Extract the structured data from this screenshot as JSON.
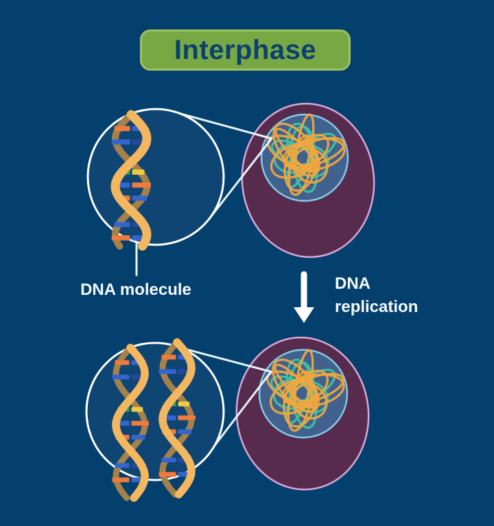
{
  "title": {
    "label": "Interphase"
  },
  "annotations": {
    "dna_molecule": "DNA molecule",
    "replication_line1": "DNA",
    "replication_line2": "replication"
  },
  "colors": {
    "background": "#04406e",
    "banner_fill": "#78a843",
    "banner_edge": "#9cc261",
    "banner_text": "#0a416f",
    "label_text": "#f4f8fc",
    "cell_fill": "#572b4d",
    "cell_outline": "#daa8d6",
    "nucleus_fill": "#41618f",
    "nucleus_outline": "#83cce4",
    "chromatin_orange": "#f0a73e",
    "chromatin_teal": "#3fc2a3",
    "zoom_circle_fill": "#0f4573",
    "zoom_circle_outline": "#ffffff",
    "zoom_line": "#e9f3fa",
    "arrow": "#ffffff",
    "helix_front": "#f3b75f",
    "helix_back": "#a5814a",
    "base_blue": "#3465cf",
    "base_darkblue": "#27479c",
    "base_orange": "#ef7a3b",
    "base_green": "#3f9e3c",
    "base_yellow": "#eecb45",
    "base_teal": "#36b2a6"
  }
}
